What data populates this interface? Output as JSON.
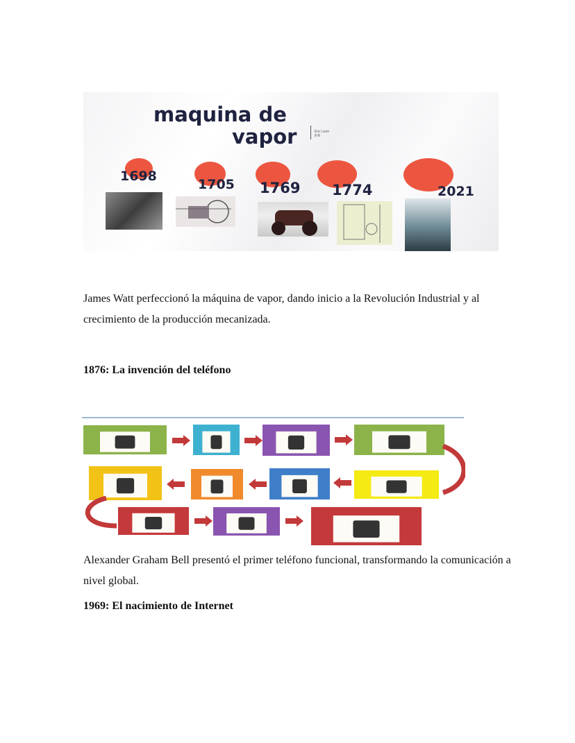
{
  "steam_infographic": {
    "title_line1": "maquina de",
    "title_line2": "vapor",
    "author": "Eric Leon",
    "author_class": "8-B",
    "accent_color": "#ec5640",
    "years": [
      "1698",
      "1705",
      "1769",
      "1774",
      "2021"
    ]
  },
  "paragraph_watt": "James Watt perfeccionó la máquina de vapor, dando inicio a la Revolución Industrial y al crecimiento de la producción mecanizada.",
  "heading_telefono": "1876: La invención del teléfono",
  "phone_timeline": {
    "box_colors": [
      "#8bb34a",
      "#3fb1d0",
      "#8a55b0",
      "#8bb34a",
      "#f3c216",
      "#f08a2c",
      "#3f7fc9",
      "#f4ea14",
      "#c4393b",
      "#8a55b0",
      "#c4393b"
    ],
    "arrow_color": "#c2393a"
  },
  "paragraph_bell": "Alexander Graham Bell presentó el primer teléfono funcional, transformando la comunicación a nivel global.",
  "heading_internet": "1969: El nacimiento de Internet"
}
